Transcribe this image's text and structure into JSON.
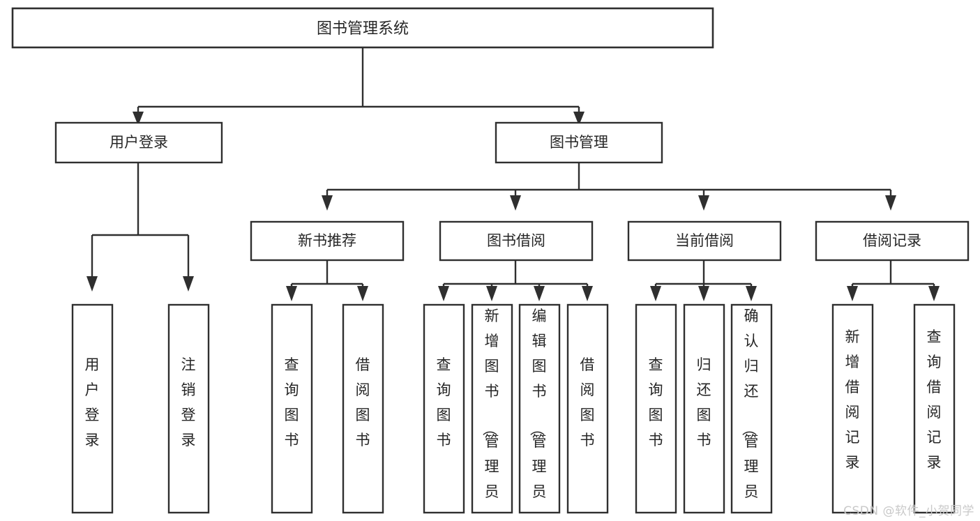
{
  "diagram": {
    "type": "tree",
    "title": "图书管理系统",
    "watermark": "CSDN @软件_小贺同学",
    "colors": {
      "stroke": "#2f2f2f",
      "fill": "#ffffff",
      "text": "#262626",
      "background": "#ffffff",
      "watermark": "#c9c9c9"
    },
    "root": {
      "label": "图书管理系统",
      "orientation": "horizontal"
    },
    "level1": [
      {
        "id": "user-login",
        "label": "用户登录",
        "orientation": "horizontal"
      },
      {
        "id": "book-manage",
        "label": "图书管理",
        "orientation": "horizontal"
      }
    ],
    "level2": [
      {
        "id": "new-book-recommend",
        "label": "新书推荐",
        "parent": "book-manage",
        "orientation": "horizontal"
      },
      {
        "id": "book-borrow",
        "label": "图书借阅",
        "parent": "book-manage",
        "orientation": "horizontal"
      },
      {
        "id": "current-borrow",
        "label": "当前借阅",
        "parent": "book-manage",
        "orientation": "horizontal"
      },
      {
        "id": "borrow-record",
        "label": "借阅记录",
        "parent": "book-manage",
        "orientation": "horizontal"
      }
    ],
    "leaves": [
      {
        "id": "leaf-user-login",
        "label": "用户登录",
        "parent": "user-login",
        "orientation": "vertical"
      },
      {
        "id": "leaf-user-logout",
        "label": "注销登录",
        "parent": "user-login",
        "orientation": "vertical"
      },
      {
        "id": "leaf-query-book-1",
        "label": "查询图书",
        "parent": "new-book-recommend",
        "orientation": "vertical"
      },
      {
        "id": "leaf-borrow-book-1",
        "label": "借阅图书",
        "parent": "new-book-recommend",
        "orientation": "vertical"
      },
      {
        "id": "leaf-query-book-2",
        "label": "查询图书",
        "parent": "book-borrow",
        "orientation": "vertical"
      },
      {
        "id": "leaf-add-book",
        "label": "新增图书（管理员）",
        "parent": "book-borrow",
        "orientation": "vertical"
      },
      {
        "id": "leaf-edit-book",
        "label": "编辑图书（管理员）",
        "parent": "book-borrow",
        "orientation": "vertical"
      },
      {
        "id": "leaf-borrow-book-2",
        "label": "借阅图书",
        "parent": "book-borrow",
        "orientation": "vertical"
      },
      {
        "id": "leaf-query-book-3",
        "label": "查询图书",
        "parent": "current-borrow",
        "orientation": "vertical"
      },
      {
        "id": "leaf-return-book",
        "label": "归还图书",
        "parent": "current-borrow",
        "orientation": "vertical"
      },
      {
        "id": "leaf-confirm-return",
        "label": "确认归还（管理员）",
        "parent": "current-borrow",
        "orientation": "vertical"
      },
      {
        "id": "leaf-add-record",
        "label": "新增借阅记录",
        "parent": "borrow-record",
        "orientation": "vertical"
      },
      {
        "id": "leaf-query-record",
        "label": "查询借阅记录",
        "parent": "borrow-record",
        "orientation": "vertical"
      }
    ]
  }
}
